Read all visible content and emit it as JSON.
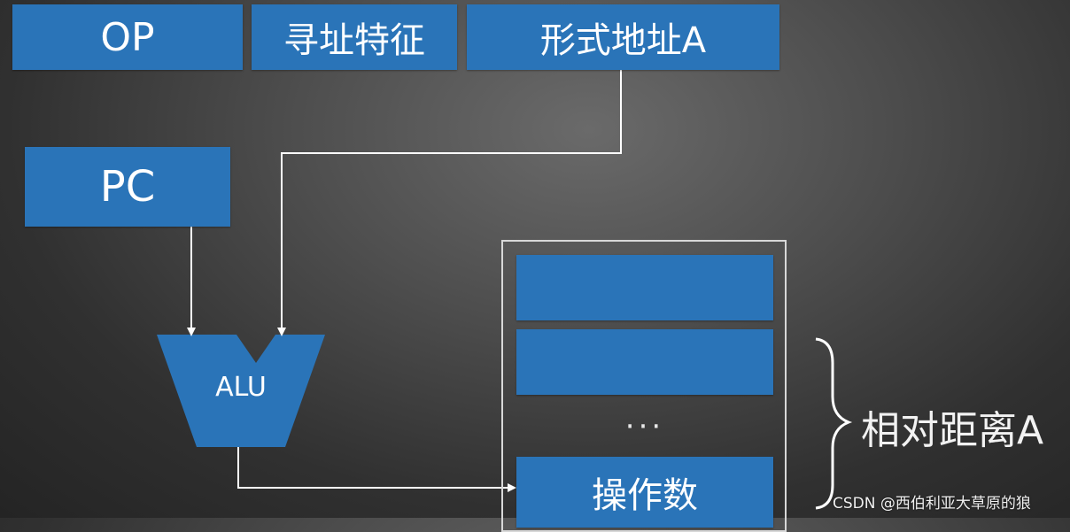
{
  "instruction_fields": {
    "op_label": "OP",
    "addressing_feature_label": "寻址特征",
    "formal_address_label": "形式地址A"
  },
  "registers": {
    "pc_label": "PC"
  },
  "alu": {
    "label": "ALU"
  },
  "memory": {
    "ellipsis": "···",
    "operand_label": "操作数"
  },
  "annotation": {
    "relative_distance_label": "相对距离A"
  },
  "watermark": "CSDN @西伯利亚大草原的狼",
  "colors": {
    "box_blue": "#2a74b8",
    "line_white": "#ffffff",
    "background": "#3c3c3c"
  }
}
